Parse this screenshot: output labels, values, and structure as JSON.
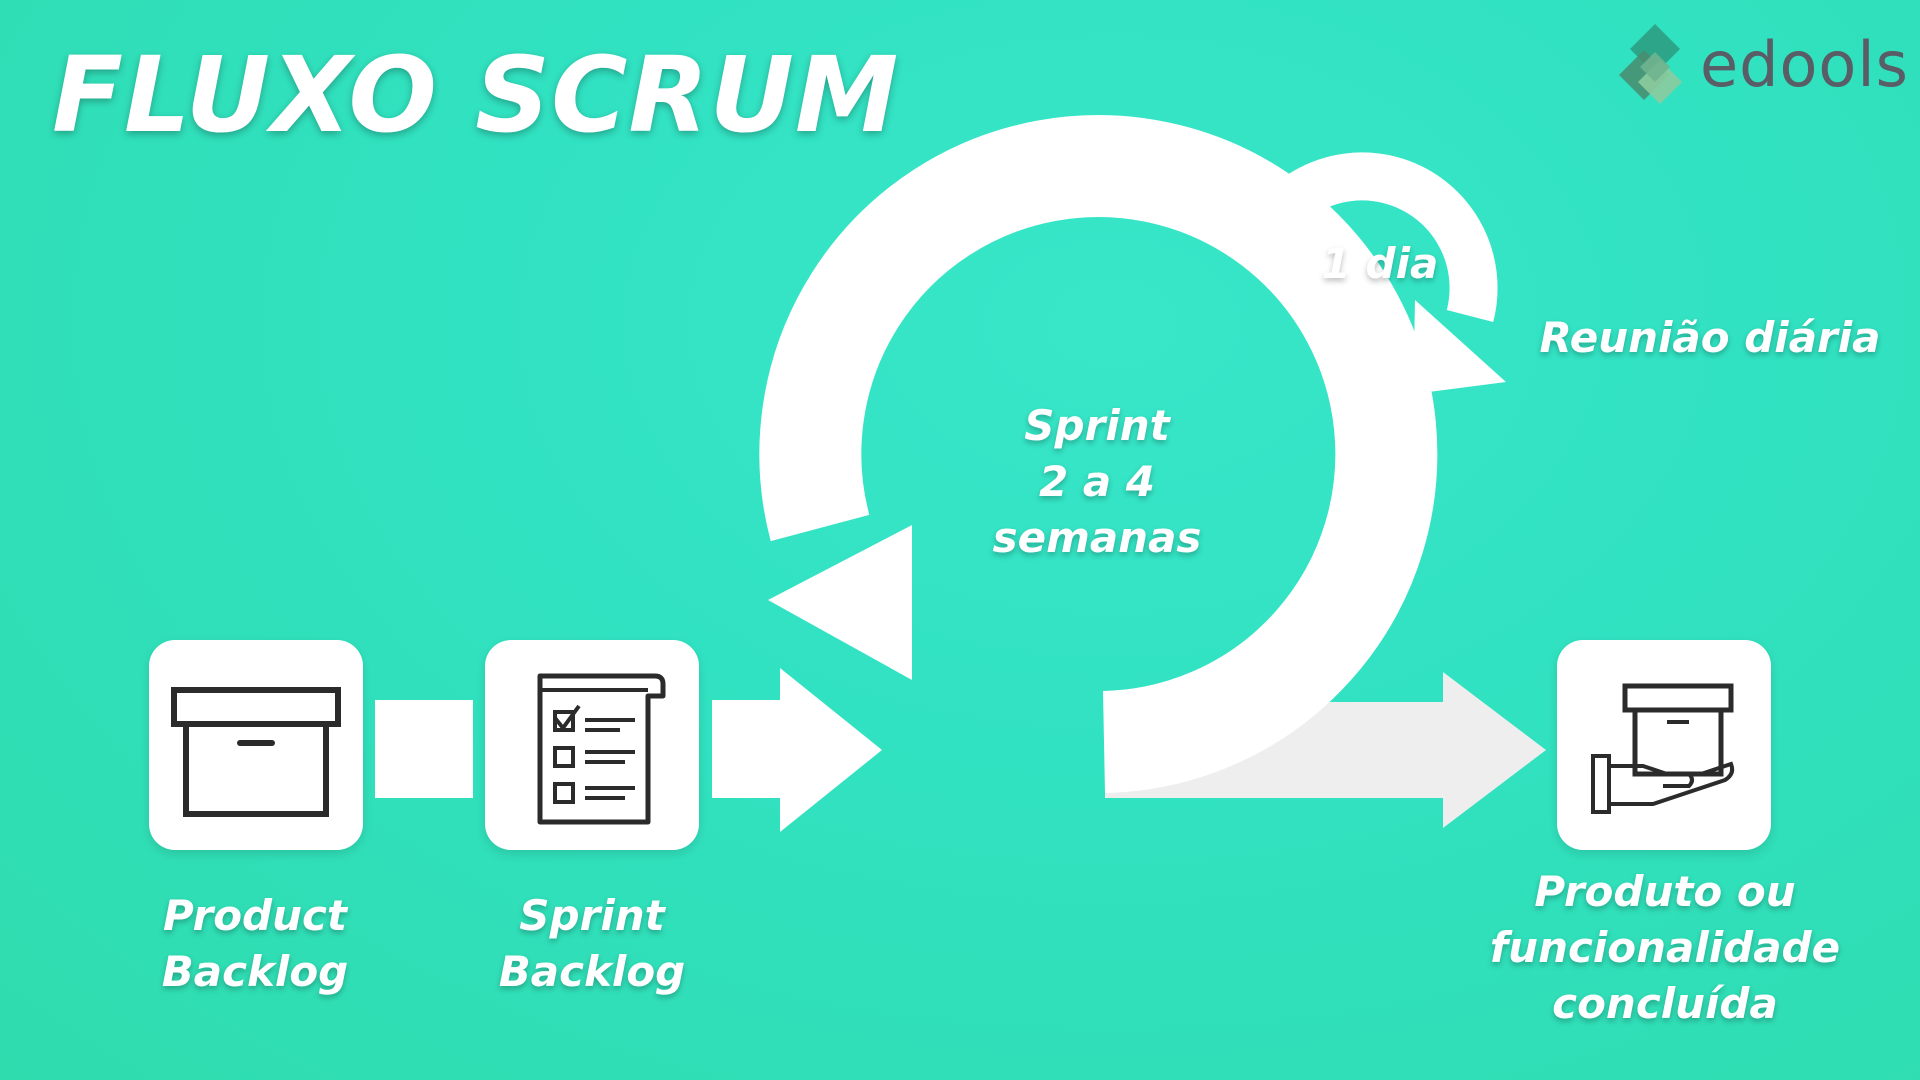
{
  "title": "FLUXO SCRUM",
  "logo": {
    "text": "edools"
  },
  "cycle": {
    "sprint_lines": [
      "Sprint",
      "2 a 4",
      "semanas"
    ],
    "daily_period": "1 dia",
    "daily_meeting": "Reunião diária"
  },
  "steps": {
    "product_backlog": [
      "Product",
      "Backlog"
    ],
    "sprint_backlog": [
      "Sprint",
      "Backlog"
    ],
    "result": [
      "Produto ou",
      "funcionalidade",
      "concluída"
    ]
  },
  "icons": {
    "product_backlog": "archive-box-icon",
    "sprint_backlog": "checklist-icon",
    "result": "hand-delivering-box-icon"
  },
  "colors": {
    "background": "#33e2c3",
    "shape": "#ffffff",
    "logo_text": "#595d66",
    "logo_mark": [
      "#3f9e83",
      "#58b894",
      "#8cc8a0"
    ]
  }
}
